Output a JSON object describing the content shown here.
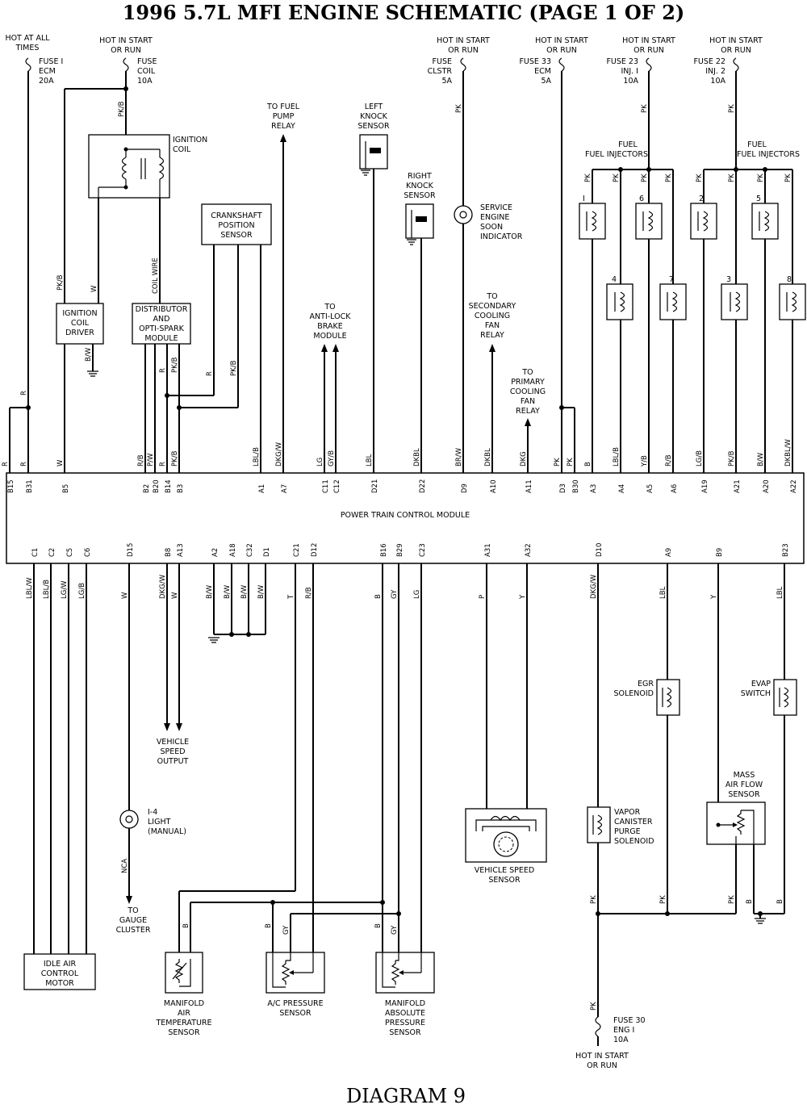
{
  "title": "1996 5.7L MFI ENGINE SCHEMATIC (PAGE 1 OF 2)",
  "caption": "DIAGRAM 9",
  "module": {
    "name": "POWER TRAIN CONTROL MODULE",
    "top_pins": [
      "B15",
      "B31",
      "B5",
      "B2",
      "B20",
      "B14",
      "B3",
      "A1",
      "A7",
      "C11",
      "C12",
      "D21",
      "D22",
      "D9",
      "A10",
      "A11",
      "D3",
      "B30",
      "A3",
      "A4",
      "A5",
      "A6",
      "A19",
      "A21",
      "A20",
      "A22"
    ],
    "top_wires": [
      "R",
      "R",
      "W",
      "R/B",
      "P/W",
      "R",
      "PK/B",
      "LBL/B",
      "DKG/W",
      "LG",
      "GY/B",
      "LBL",
      "DKBL",
      "BR/W",
      "DKBL",
      "DKG",
      "PK",
      "PK",
      "B",
      "LBL/B",
      "Y/B",
      "R/B",
      "LG/B",
      "PK/B",
      "B/W",
      "DKBL/W"
    ],
    "bottom_pins": [
      "C1",
      "C2",
      "C5",
      "C6",
      "D15",
      "B8",
      "A13",
      "A2",
      "A18",
      "C32",
      "D1",
      "C21",
      "D12",
      "B16",
      "B29",
      "C23",
      "A31",
      "A32",
      "D10",
      "A9",
      "B9",
      "B23"
    ],
    "bottom_wires": [
      "LBL/W",
      "LBL/B",
      "LG/W",
      "LG/B",
      "W",
      "DKG/W",
      "W",
      "B/W",
      "B/W",
      "B/W",
      "B/W",
      "T",
      "R/B",
      "B",
      "GY",
      "LG",
      "P",
      "Y",
      "DKG/W",
      "LBL",
      "Y",
      "LBL"
    ]
  },
  "fuses": [
    {
      "line1": "FUSE I",
      "line2": "ECM",
      "line3": "20A",
      "source": "HOT AT ALL TIMES"
    },
    {
      "line1": "FUSE",
      "line2": "COIL",
      "line3": "10A",
      "source": "HOT IN START OR RUN"
    },
    {
      "line1": "FUSE",
      "line2": "CLSTR",
      "line3": "5A",
      "source": "HOT IN START OR RUN"
    },
    {
      "line1": "FUSE 33",
      "line2": "ECM",
      "line3": "5A",
      "source": "HOT IN START OR RUN"
    },
    {
      "line1": "FUSE 23",
      "line2": "INJ. I",
      "line3": "10A",
      "source": "HOT IN START OR RUN"
    },
    {
      "line1": "FUSE 22",
      "line2": "INJ. 2",
      "line3": "10A",
      "source": "HOT IN START OR RUN"
    },
    {
      "line1": "FUSE 30",
      "line2": "ENG I",
      "line3": "10A",
      "source": "HOT IN START OR RUN"
    }
  ],
  "components": {
    "ignition_coil": "IGNITION COIL",
    "ignition_coil_driver": "IGNITION COIL DRIVER",
    "distributor": "DISTRIBUTOR AND OPTI-SPARK MODULE",
    "coil_wire": "COIL WIRE",
    "crankshaft_sensor": "CRANKSHAFT POSITION SENSOR",
    "fuel_pump_relay": "TO FUEL PUMP RELAY",
    "left_knock": "LEFT KNOCK SENSOR",
    "right_knock": "RIGHT KNOCK SENSOR",
    "ses_indicator": "SERVICE ENGINE SOON INDICATOR",
    "abs_module": "TO ANTI-LOCK BRAKE MODULE",
    "secondary_fan": "TO SECONDARY COOLING FAN RELAY",
    "primary_fan": "TO PRIMARY COOLING FAN RELAY",
    "fuel_injectors_1": "FUEL INJECTORS",
    "fuel_injectors_2": "FUEL INJECTORS",
    "injector_numbers": [
      "I",
      "4",
      "6",
      "7",
      "2",
      "3",
      "5",
      "8"
    ],
    "vehicle_speed_output": "VEHICLE SPEED OUTPUT",
    "shift_light": "I-4 LIGHT (MANUAL)",
    "nca": "NCA",
    "gauge_cluster": "TO GAUGE CLUSTER",
    "idle_air": "IDLE AIR CONTROL MOTOR",
    "mat_sensor": "MANIFOLD AIR TEMPERATURE SENSOR",
    "ac_pressure": "A/C PRESSURE SENSOR",
    "map_sensor": "MANIFOLD ABSOLUTE PRESSURE SENSOR",
    "vss": "VEHICLE SPEED SENSOR",
    "egr": "EGR SOLENOID",
    "evap": "EVAP SWITCH",
    "maf": "MASS AIR FLOW SENSOR",
    "purge": "VAPOR CANISTER PURGE SOLENOID"
  },
  "wire_colors": {
    "pkb": "PK/B",
    "pk": "PK",
    "r": "R",
    "w": "W",
    "bw": "B/W",
    "b": "B",
    "gy": "GY",
    "bpurge": "B",
    "pkmaf": "PK",
    "pkegr": "PK",
    "pkvcp": "PK",
    "pkfuse30": "PK"
  }
}
